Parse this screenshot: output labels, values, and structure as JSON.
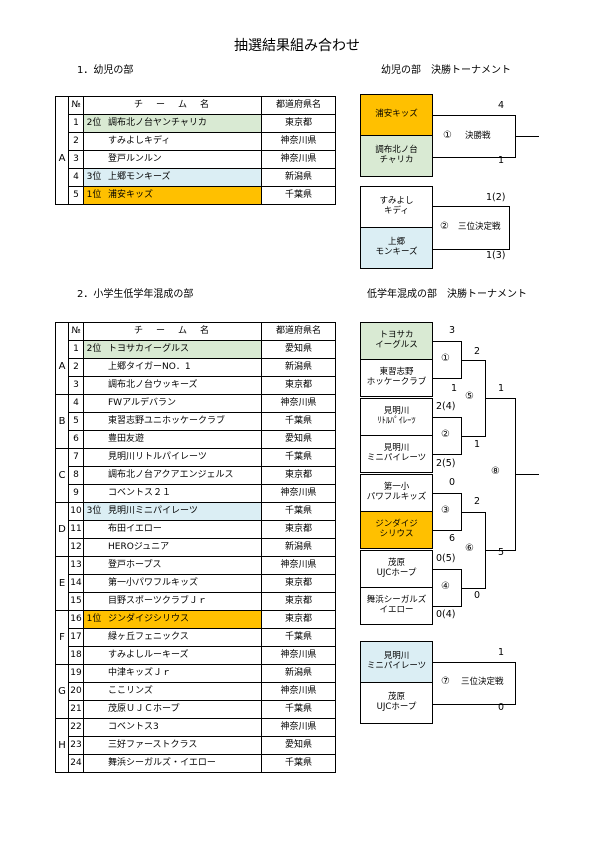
{
  "page_title": "抽選結果組み合わせ",
  "colors": {
    "gold": "#ffc000",
    "green": "#d9ead3",
    "blue": "#dbeef4"
  },
  "section1": {
    "heading": "1．幼児の部",
    "bracket_title": "幼児の部　決勝トーナメント",
    "table": {
      "headers": {
        "no": "№",
        "name": "チ　ー　ム　名",
        "pref": "都道府県名"
      },
      "group": "A",
      "rows": [
        {
          "no": "1",
          "rank": "2位",
          "name": "調布北ノ台ヤンチャリカ",
          "pref": "東京都"
        },
        {
          "no": "2",
          "rank": "",
          "name": "すみよしキディ",
          "pref": "神奈川県"
        },
        {
          "no": "3",
          "rank": "",
          "name": "登戸ルンルン",
          "pref": "神奈川県"
        },
        {
          "no": "4",
          "rank": "3位",
          "name": "上郷モンキーズ",
          "pref": "新潟県"
        },
        {
          "no": "5",
          "rank": "1位",
          "name": "浦安キッズ",
          "pref": "千葉県"
        }
      ]
    },
    "bracket": {
      "final": {
        "team_a": "浦安キッズ",
        "team_b": "調布北ノ台\nチャリカ",
        "match": "①",
        "label": "決勝戦",
        "score_a": "4",
        "score_b": "1"
      },
      "third": {
        "team_a": "すみよし\nキディ",
        "team_b": "上郷\nモンキーズ",
        "match": "②",
        "label": "三位決定戦",
        "score_a": "1(2)",
        "score_b": "1(3)"
      }
    }
  },
  "section2": {
    "heading": "2．小学生低学年混成の部",
    "bracket_title": "低学年混成の部　決勝トーナメント",
    "table": {
      "headers": {
        "no": "№",
        "name": "チ　ー　ム　名",
        "pref": "都道府県名"
      },
      "groups": [
        "A",
        "B",
        "C",
        "D",
        "E",
        "F",
        "G",
        "H"
      ],
      "rows": [
        {
          "no": "1",
          "rank": "2位",
          "name": "トヨサカイーグルス",
          "pref": "愛知県"
        },
        {
          "no": "2",
          "rank": "",
          "name": "上郷タイガーNO．1",
          "pref": "新潟県"
        },
        {
          "no": "3",
          "rank": "",
          "name": "調布北ノ台ウッキーズ",
          "pref": "東京都"
        },
        {
          "no": "4",
          "rank": "",
          "name": "FWアルデバラン",
          "pref": "神奈川県"
        },
        {
          "no": "5",
          "rank": "",
          "name": "東習志野ユニホッケークラブ",
          "pref": "千葉県"
        },
        {
          "no": "6",
          "rank": "",
          "name": "豊田友遊",
          "pref": "愛知県"
        },
        {
          "no": "7",
          "rank": "",
          "name": "見明川リトルパイレーツ",
          "pref": "千葉県"
        },
        {
          "no": "8",
          "rank": "",
          "name": "調布北ノ台アクアエンジェルス",
          "pref": "東京都"
        },
        {
          "no": "9",
          "rank": "",
          "name": "コベントス２１",
          "pref": "神奈川県"
        },
        {
          "no": "10",
          "rank": "3位",
          "name": "見明川ミニパイレーツ",
          "pref": "千葉県"
        },
        {
          "no": "11",
          "rank": "",
          "name": "布田イエロー",
          "pref": "東京都"
        },
        {
          "no": "12",
          "rank": "",
          "name": "HEROジュニア",
          "pref": "新潟県"
        },
        {
          "no": "13",
          "rank": "",
          "name": "登戸ホープス",
          "pref": "神奈川県"
        },
        {
          "no": "14",
          "rank": "",
          "name": "第一小パワフルキッズ",
          "pref": "東京都"
        },
        {
          "no": "15",
          "rank": "",
          "name": "目野スポーツクラブＪｒ",
          "pref": "東京都"
        },
        {
          "no": "16",
          "rank": "1位",
          "name": "ジンダイジシリウス",
          "pref": "東京都"
        },
        {
          "no": "17",
          "rank": "",
          "name": "緑ヶ丘フェニックス",
          "pref": "千葉県"
        },
        {
          "no": "18",
          "rank": "",
          "name": "すみよしルーキーズ",
          "pref": "神奈川県"
        },
        {
          "no": "19",
          "rank": "",
          "name": "中津キッズＪｒ",
          "pref": "新潟県"
        },
        {
          "no": "20",
          "rank": "",
          "name": "ここリンズ",
          "pref": "神奈川県"
        },
        {
          "no": "21",
          "rank": "",
          "name": "茂原ＵＪＣホープ",
          "pref": "千葉県"
        },
        {
          "no": "22",
          "rank": "",
          "name": "コベントス3",
          "pref": "神奈川県"
        },
        {
          "no": "23",
          "rank": "",
          "name": "三好ファーストクラス",
          "pref": "愛知県"
        },
        {
          "no": "24",
          "rank": "",
          "name": "舞浜シーガルズ・イエロー",
          "pref": "千葉県"
        }
      ]
    },
    "bracket": {
      "teams": [
        "トヨサカ\nイーグルス",
        "東習志野\nホッケークラブ",
        "見明川\nﾘﾄﾙﾊﾟｲﾚｰﾂ",
        "見明川\nミニパイレーツ",
        "第一小\nパワフルキッズ",
        "ジンダイジ\nシリウス",
        "茂原\nUJCホープ",
        "舞浜シーガルズ\nイエロー"
      ],
      "matches": [
        "①",
        "②",
        "③",
        "④",
        "⑤",
        "⑥",
        "⑧"
      ],
      "scores": {
        "m1_top": "3",
        "m1_bottom": "1",
        "m2_top": "2(4)",
        "m2_bottom": "2(5)",
        "m3_top": "0",
        "m3_bottom": "6",
        "m4_top": "0(5)",
        "m4_bottom": "0(4)",
        "m5_top": "2",
        "m5_bottom": "1",
        "m6_top": "2",
        "m6_bottom": "0",
        "m8_top": "1",
        "m8_bottom": "5"
      },
      "third": {
        "team_a": "見明川\nミニパイレーツ",
        "team_b": "茂原\nUJCホープ",
        "match": "⑦",
        "label": "三位決定戦",
        "score_a": "1",
        "score_b": "0"
      }
    }
  }
}
